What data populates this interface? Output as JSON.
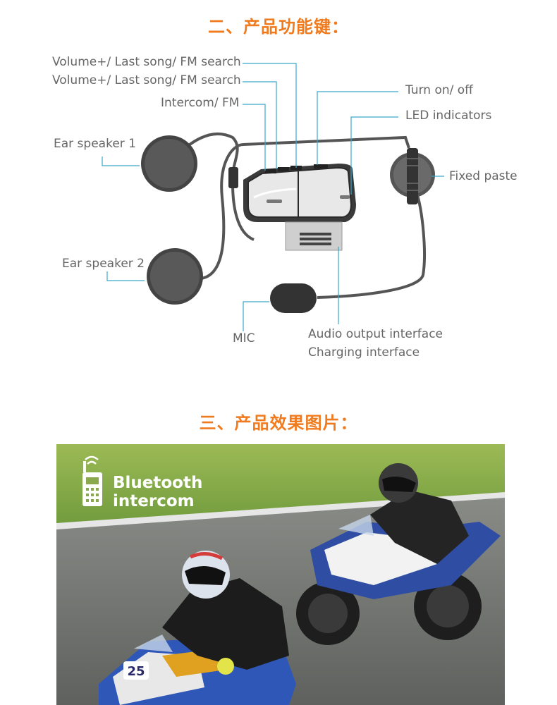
{
  "sections": {
    "functions_title": "二、产品功能键：",
    "effect_title": "三、产品效果图片："
  },
  "diagram": {
    "labels": {
      "volume_plus_1": "Volume+/ Last song/ FM search",
      "volume_plus_2": "Volume+/ Last song/ FM search",
      "intercom": "Intercom/ FM",
      "ear_speaker_1": "Ear speaker 1",
      "ear_speaker_2": "Ear speaker 2",
      "turn_on_off": "Turn on/ off",
      "led_indicators": "LED indicators",
      "fixed_paste": "Fixed paste",
      "mic": "MIC",
      "audio_output": "Audio output interface",
      "charging": "Charging interface"
    },
    "leader_color": "#3aa7c9"
  },
  "photo": {
    "badge_line1": "Bluetooth",
    "badge_line2": "intercom",
    "icons": [
      "bluetooth-phone-icon"
    ],
    "rider_numbers": [
      "25"
    ]
  }
}
